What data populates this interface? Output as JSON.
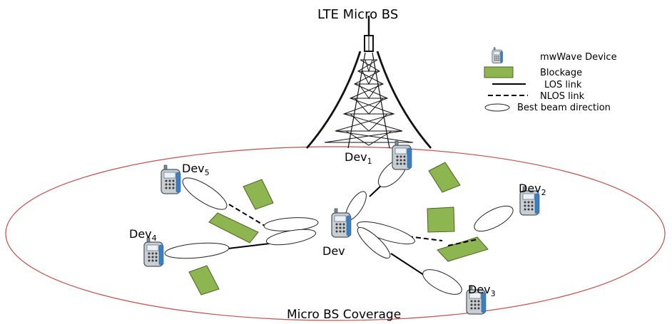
{
  "title": "LTE Micro BS",
  "coverage_label": "Micro BS Coverage",
  "center_device": "Dev",
  "devices": [
    {
      "id": "dev1",
      "base": "Dev",
      "sub": "1"
    },
    {
      "id": "dev2",
      "base": "Dev",
      "sub": "2"
    },
    {
      "id": "dev3",
      "base": "Dev",
      "sub": "3"
    },
    {
      "id": "dev4",
      "base": "Dev",
      "sub": "4"
    },
    {
      "id": "dev5",
      "base": "Dev",
      "sub": "5"
    }
  ],
  "legend": {
    "device": "mwWave Device",
    "blockage": "Blockage",
    "los": "LOS link",
    "nlos": "NLOS link",
    "beam": "Best beam direction"
  },
  "colors": {
    "coverage": "#c0504d",
    "blockage_fill": "#8db550",
    "blockage_stroke": "#4f6228",
    "device_blue": "#3a7fc4"
  }
}
